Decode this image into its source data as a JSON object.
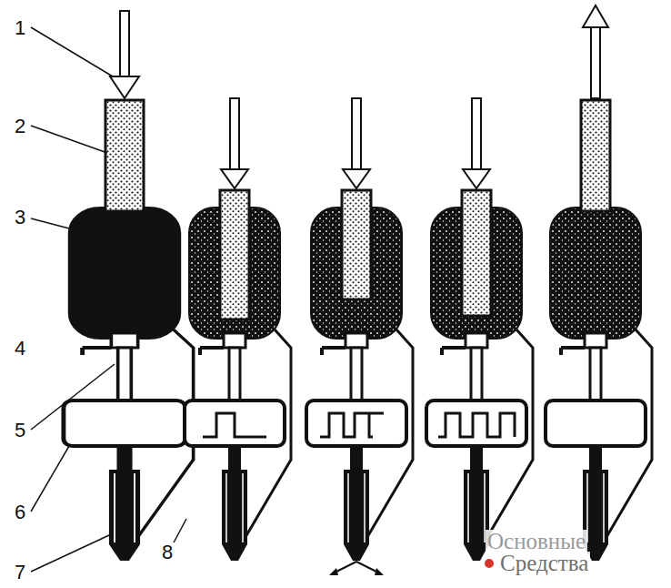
{
  "diagram": {
    "labels": [
      "1",
      "2",
      "3",
      "4",
      "5",
      "6",
      "7",
      "8",
      "Основные",
      "Средства"
    ]
  }
}
